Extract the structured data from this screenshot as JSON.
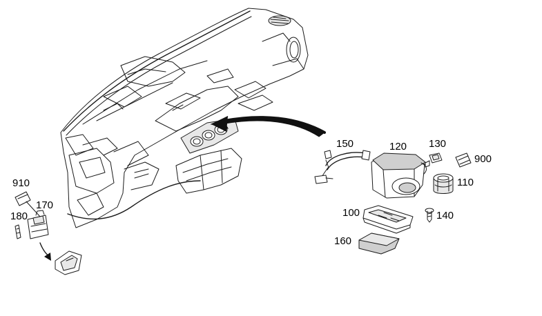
{
  "labels": {
    "p910": "910",
    "p170": "170",
    "p180": "180",
    "p150": "150",
    "p120": "120",
    "p130": "130",
    "p900": "900",
    "p110": "110",
    "p100": "100",
    "p140": "140",
    "p160": "160"
  }
}
